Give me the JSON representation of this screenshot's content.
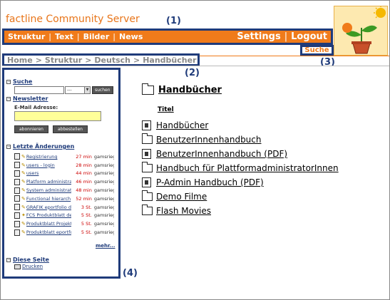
{
  "app_title": "factline Community Server",
  "nav": {
    "left": [
      "Struktur",
      "Text",
      "Bilder",
      "News"
    ],
    "right": [
      "Settings",
      "Logout"
    ],
    "separator": "|"
  },
  "search_tab": "Suche",
  "breadcrumb": [
    "Home",
    "Struktur",
    "Deutsch",
    "Handbücher"
  ],
  "breadcrumb_separator": ">",
  "callouts": [
    "(1)",
    "(2)",
    "(3)",
    "(4)"
  ],
  "sidebar": {
    "search": {
      "heading": "Suche",
      "select_value": "---",
      "button": "suchen"
    },
    "newsletter": {
      "heading": "Newsletter",
      "email_label": "E-Mail Adresse:",
      "subscribe": "abonnieren",
      "unsubscribe": "abbestellen"
    },
    "changes": {
      "heading": "Letzte Änderungen",
      "items": [
        {
          "title": "Registrierung",
          "time": "27 min",
          "user": "gamsriegl"
        },
        {
          "title": "users - login",
          "time": "28 min",
          "user": "gamsriegl"
        },
        {
          "title": "users",
          "time": "44 min",
          "user": "gamsriegl"
        },
        {
          "title": "Platform administrat",
          "time": "46 min",
          "user": "gamsriegl"
        },
        {
          "title": "System administrat",
          "time": "48 min",
          "user": "gamsriegl"
        },
        {
          "title": "Functional hierarch",
          "time": "52 min",
          "user": "gamsriegl"
        },
        {
          "title": "GRAFIK eportfolio d",
          "time": "3 St.",
          "user": "gamsriegl"
        },
        {
          "title": "FCS Produktblatt der",
          "time": "5 St.",
          "user": "gamsriegl"
        },
        {
          "title": "Produktblatt Projekt",
          "time": "5 St.",
          "user": "gamsriegl"
        },
        {
          "title": "Produktblatt eportfol",
          "time": "5 St.",
          "user": "gamsriegl"
        }
      ],
      "more": "mehr..."
    },
    "this_page": {
      "heading": "Diese Seite",
      "print": "Drucken"
    }
  },
  "main": {
    "title": "Handbücher",
    "column_header": "Titel",
    "items": [
      {
        "label": "Handbücher",
        "icon": "doc"
      },
      {
        "label": "BenutzerInnenhandbuch",
        "icon": "folder"
      },
      {
        "label": "BenutzerInnenhandbuch (PDF)",
        "icon": "doc"
      },
      {
        "label": "Handbuch für PlattformadministratorInnen",
        "icon": "folder"
      },
      {
        "label": "P-Admin Handbuch (PDF)",
        "icon": "doc"
      },
      {
        "label": "Demo Filme",
        "icon": "folder"
      },
      {
        "label": "Flash Movies",
        "icon": "folder"
      }
    ]
  },
  "colors": {
    "accent_orange": "#f07b1a",
    "annotation_blue": "#1f3b7a"
  }
}
